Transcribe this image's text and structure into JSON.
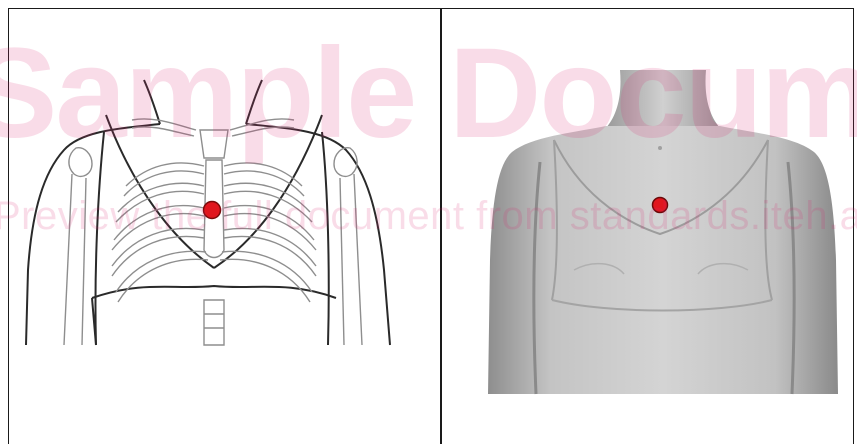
{
  "watermark": {
    "title": "Sample Document",
    "subtitle": "Preview the full document from standards.iteh.ai"
  },
  "figure": {
    "panels": [
      {
        "name": "skeleton-chest-diagram",
        "marker_color": "#e0161e"
      },
      {
        "name": "mannequin-torso-render",
        "marker_color": "#e0161e"
      }
    ]
  },
  "colors": {
    "border": "#1a1a1a",
    "watermark": "#dc286e",
    "marker": "#e0161e",
    "torso": "#b8b8b8"
  }
}
